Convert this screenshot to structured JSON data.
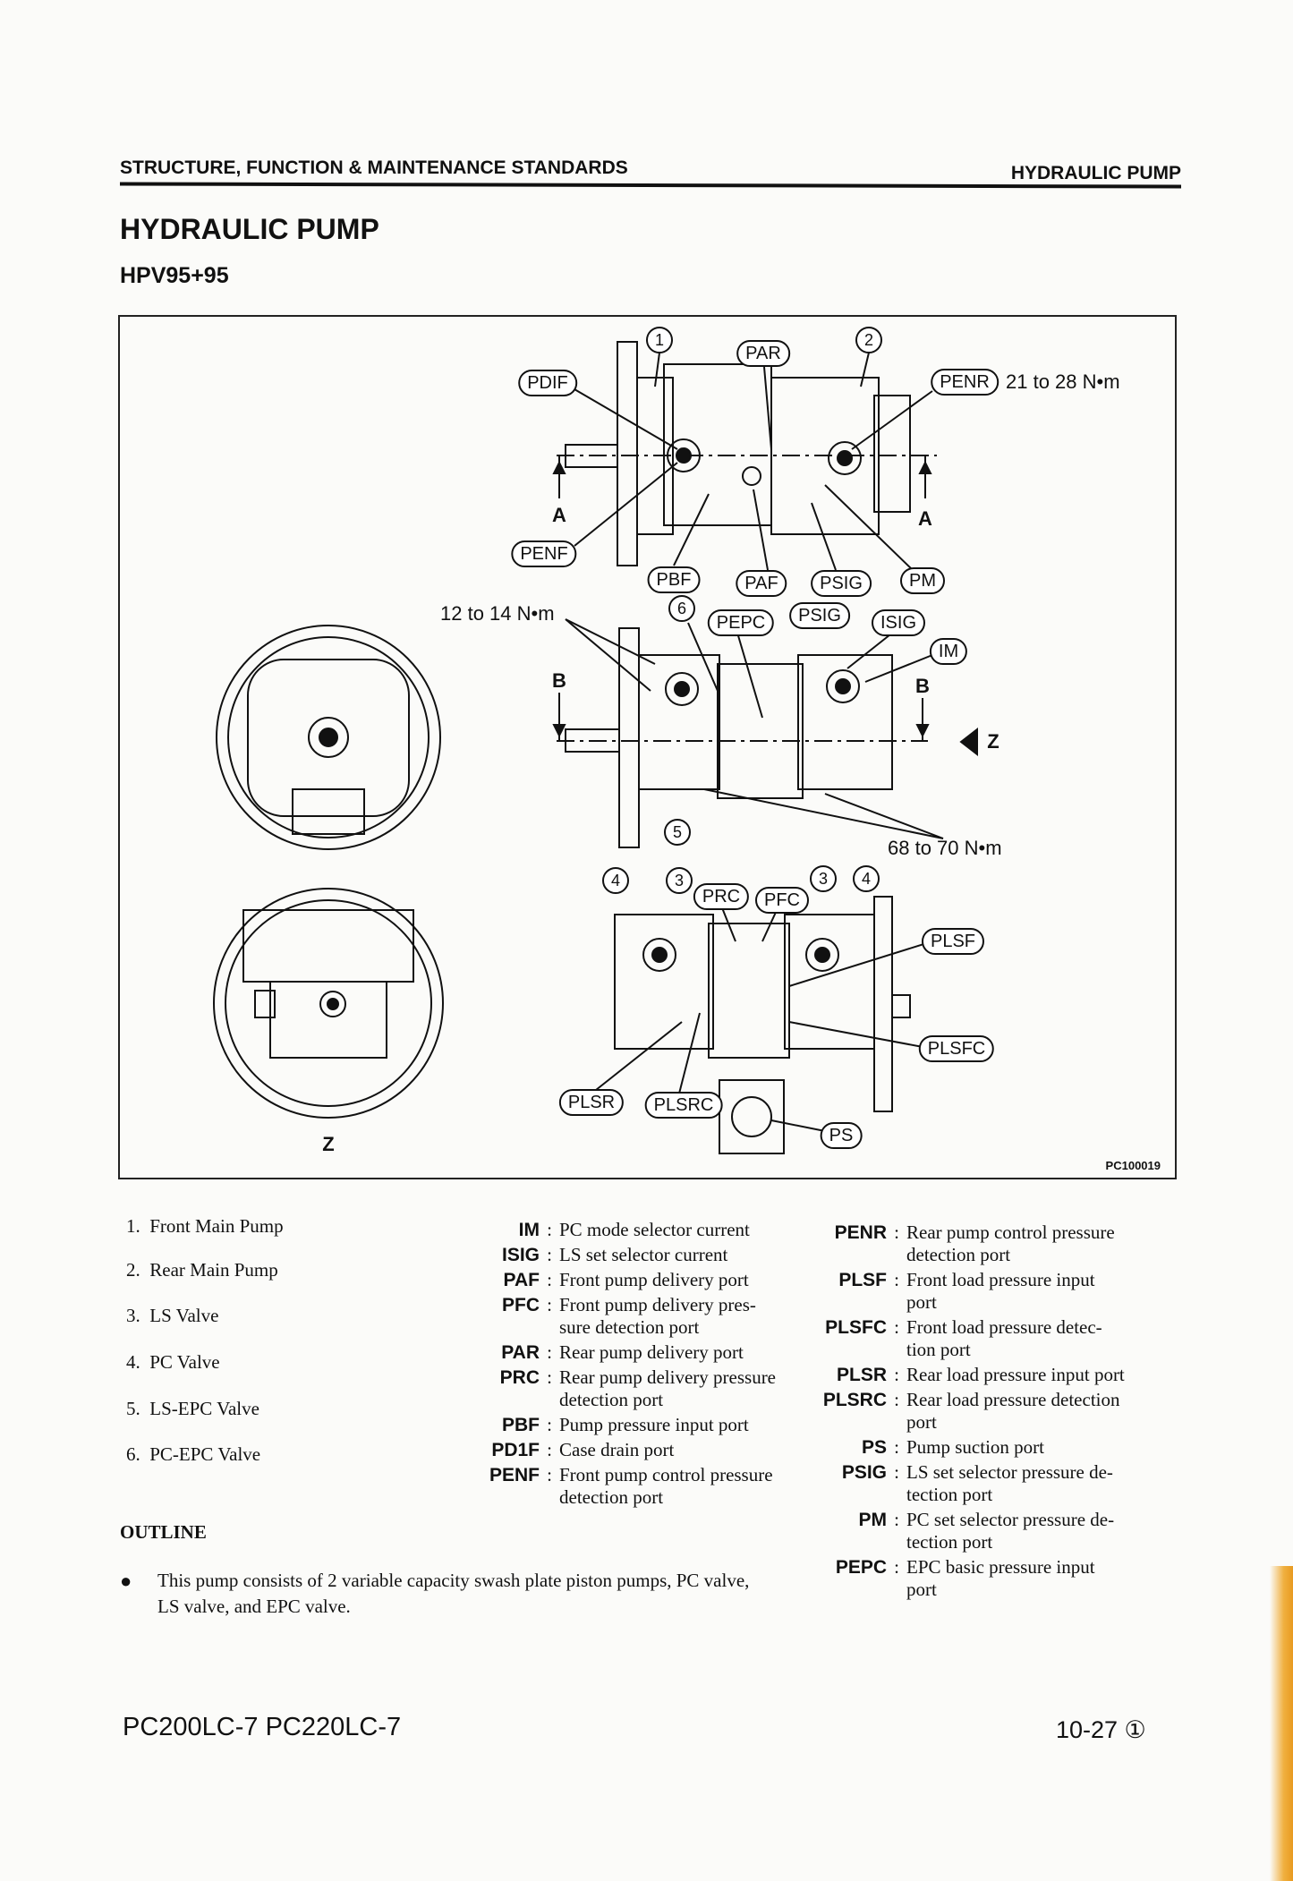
{
  "header": {
    "section": "STRUCTURE, FUNCTION & MAINTENANCE STANDARDS",
    "topic": "HYDRAULIC PUMP"
  },
  "title": "HYDRAULIC PUMP",
  "model": "HPV95+95",
  "diagram": {
    "figure_id": "PC100019",
    "labels": {
      "PDIF": "PDIF",
      "PAR": "PAR",
      "PENR": "PENR",
      "PENF": "PENF",
      "PBF": "PBF",
      "PAF": "PAF",
      "PSIG1": "PSIG",
      "PM": "PM",
      "PEPC": "PEPC",
      "PSIG2": "PSIG",
      "ISIG": "ISIG",
      "IM": "IM",
      "PRC": "PRC",
      "PFC": "PFC",
      "PLSF": "PLSF",
      "PLSFC": "PLSFC",
      "PLSR": "PLSR",
      "PLSRC": "PLSRC",
      "PS": "PS"
    },
    "torques": {
      "penr": "21 to 28 N•m",
      "upper": "12 to 14 N•m",
      "lower": "68 to 70 N•m"
    },
    "numbers": [
      "1",
      "2",
      "3",
      "4",
      "5",
      "6"
    ],
    "section_letters": {
      "a": "A",
      "b": "B",
      "z": "Z"
    }
  },
  "parts": [
    "1.  Front Main Pump",
    "2.  Rear Main Pump",
    "3.  LS Valve",
    "4.  PC Valve",
    "5.  LS-EPC Valve",
    "6.  PC-EPC Valve"
  ],
  "legend_mid": [
    {
      "code": "IM",
      "desc": "PC mode selector current"
    },
    {
      "code": "ISIG",
      "desc": "LS set selector current"
    },
    {
      "code": "PAF",
      "desc": "Front pump delivery port"
    },
    {
      "code": "PFC",
      "desc": "Front pump delivery pres-\nsure detection port"
    },
    {
      "code": "PAR",
      "desc": "Rear pump delivery port"
    },
    {
      "code": "PRC",
      "desc": "Rear pump delivery pressure\ndetection port"
    },
    {
      "code": "PBF",
      "desc": "Pump pressure input port"
    },
    {
      "code": "PD1F",
      "desc": "Case drain port"
    },
    {
      "code": "PENF",
      "desc": "Front pump control pressure\ndetection port"
    }
  ],
  "legend_right": [
    {
      "code": "PENR",
      "desc": "Rear pump control pressure\ndetection port"
    },
    {
      "code": "PLSF",
      "desc": "Front load pressure input\nport"
    },
    {
      "code": "PLSFC",
      "desc": "Front load pressure detec-\ntion port"
    },
    {
      "code": "PLSR",
      "desc": "Rear load pressure input port"
    },
    {
      "code": "PLSRC",
      "desc": "Rear load pressure detection\nport"
    },
    {
      "code": "PS",
      "desc": "Pump suction port"
    },
    {
      "code": "PSIG",
      "desc": "LS set selector pressure de-\ntection port"
    },
    {
      "code": "PM",
      "desc": "PC set selector pressure de-\ntection port"
    },
    {
      "code": "PEPC",
      "desc": "EPC basic pressure input\nport"
    }
  ],
  "outline": {
    "heading": "OUTLINE",
    "bullet": "This pump consists of 2 variable capacity swash plate piston pumps, PC valve,\nLS valve, and EPC valve."
  },
  "footer": {
    "models": "PC200LC-7 PC220LC-7",
    "page": "10-27 ①"
  }
}
